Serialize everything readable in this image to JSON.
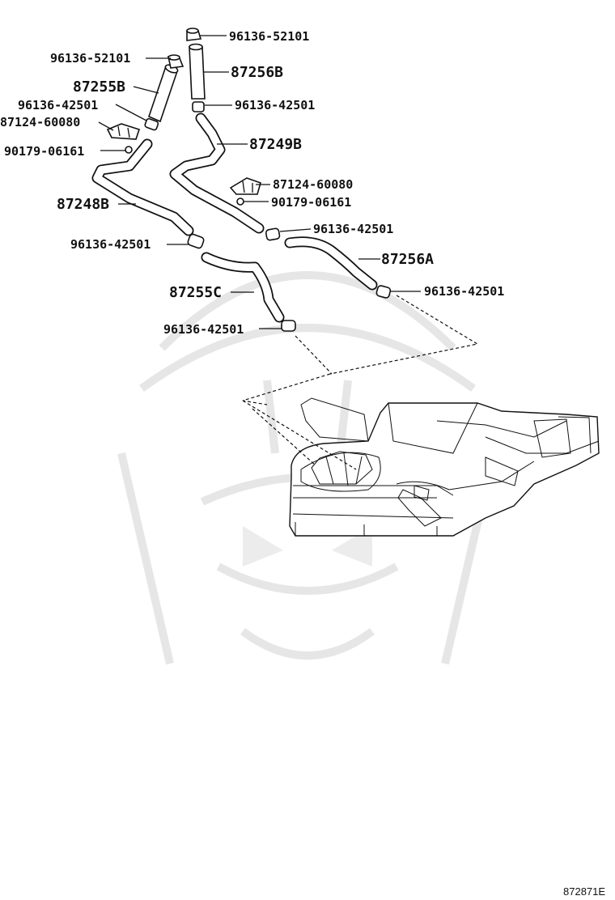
{
  "diagram": {
    "figure_code": "872871E",
    "callouts": [
      {
        "id": "c01",
        "text": "96136-52101"
      },
      {
        "id": "c02",
        "text": "96136-52101"
      },
      {
        "id": "c03",
        "text": "87255B"
      },
      {
        "id": "c04",
        "text": "87256B"
      },
      {
        "id": "c05",
        "text": "96136-42501"
      },
      {
        "id": "c06",
        "text": "96136-42501"
      },
      {
        "id": "c07",
        "text": "87124-60080"
      },
      {
        "id": "c08",
        "text": "90179-06161"
      },
      {
        "id": "c09",
        "text": "87249B"
      },
      {
        "id": "c10",
        "text": "87124-60080"
      },
      {
        "id": "c11",
        "text": "90179-06161"
      },
      {
        "id": "c12",
        "text": "87248B"
      },
      {
        "id": "c13",
        "text": "96136-42501"
      },
      {
        "id": "c14",
        "text": "96136-42501"
      },
      {
        "id": "c15",
        "text": "87256A"
      },
      {
        "id": "c16",
        "text": "87255C"
      },
      {
        "id": "c17",
        "text": "96136-42501"
      },
      {
        "id": "c18",
        "text": "96136-42501"
      }
    ]
  }
}
